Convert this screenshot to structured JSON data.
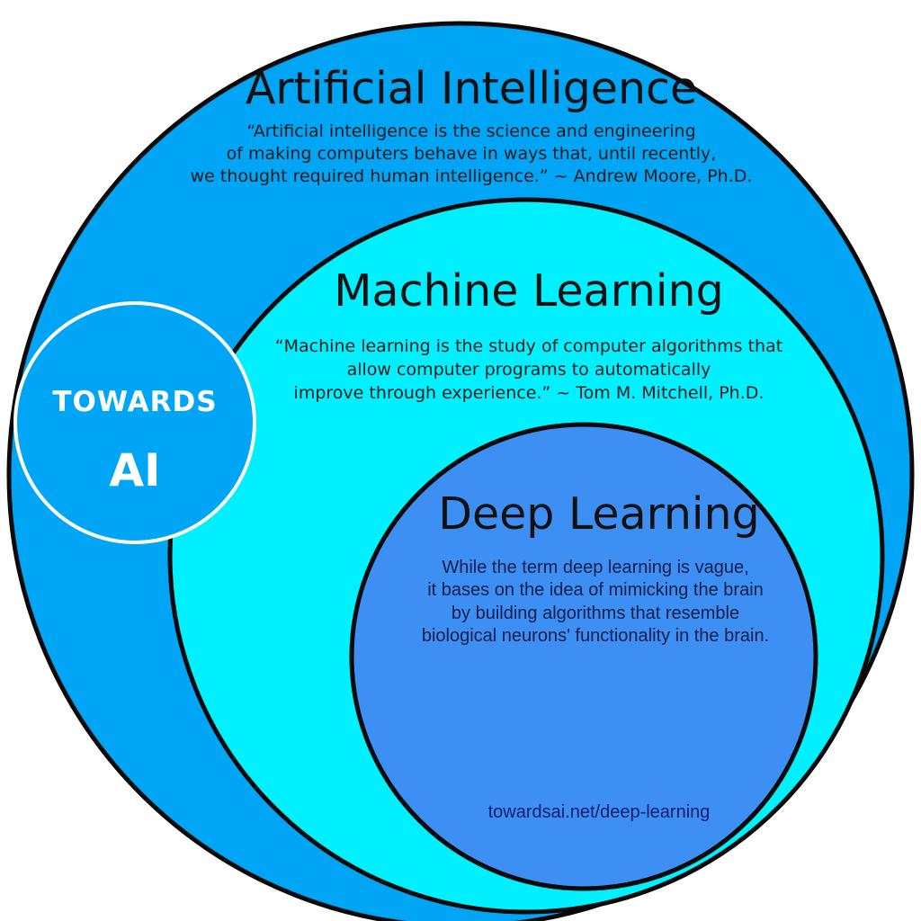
{
  "colors": {
    "ai_fill": "#00a6f5",
    "ml_fill": "#00f0ff",
    "dl_fill": "#3d8ff4",
    "outline": "#0a0a0a",
    "logo_fill": "#00a6f5",
    "logo_text": "#ffffff"
  },
  "ai": {
    "title": "Artificial Intelligence",
    "quote_lines": [
      "“Artificial intelligence is the science and engineering",
      "of making computers behave in ways that, until recently,",
      "we thought required human intelligence.” ~ Andrew Moore, Ph.D."
    ]
  },
  "ml": {
    "title": "Machine Learning",
    "quote_lines": [
      "“Machine learning is the study of computer algorithms that",
      "allow computer programs to automatically",
      "improve through experience.” ~ Tom M. Mitchell, Ph.D."
    ]
  },
  "dl": {
    "title": "Deep Learning",
    "desc_lines": [
      "While the term deep learning is vague,",
      "it bases on the idea of mimicking the brain",
      "by building algorithms that resemble",
      "biological neurons' functionality in the brain."
    ],
    "url": "towardsai.net/deep-learning"
  },
  "logo": {
    "line1": "TOWARDS",
    "line2": "AI"
  }
}
